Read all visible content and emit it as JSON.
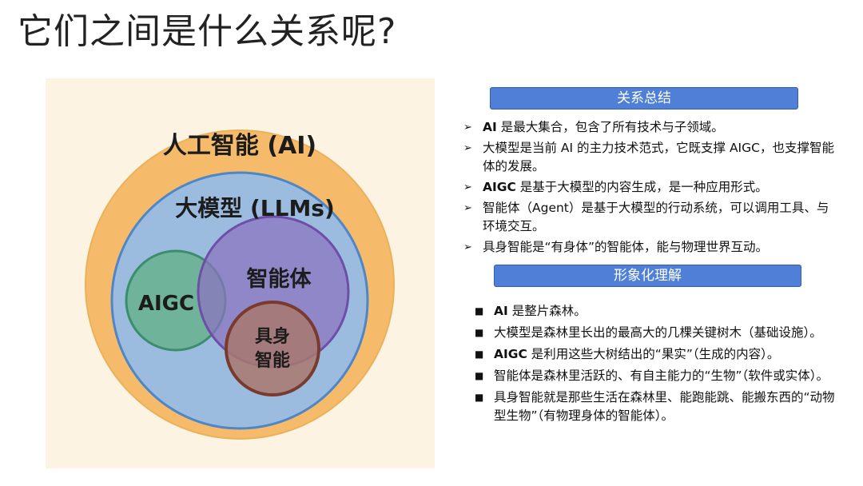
{
  "title": "它们之间是什么关系呢?",
  "diagram": {
    "ai_label": "人工智能 (AI)",
    "llm_label": "大模型 (LLMs)",
    "aigc_label": "AIGC",
    "agent_label": "智能体",
    "embodied_label_line1": "具身",
    "embodied_label_line2": "智能",
    "colors": {
      "panel_bg": "#fdf3e2",
      "ai_fill": "#f6bb6a",
      "ai_stroke": "#e9b15a",
      "llm_fill": "#9bbcdf",
      "llm_stroke": "#4f86c6",
      "aigc_fill": "#6fb39b",
      "aigc_stroke": "#3c8d6e",
      "agent_fill": "#8c73c1",
      "agent_stroke": "#6e4fa8",
      "embodied_fill": "#a9786e",
      "embodied_stroke": "#7a3b2f"
    }
  },
  "summary": {
    "header": "关系总结",
    "bullet_icon": "arrow-bullet-icon",
    "items": [
      {
        "term": "AI",
        "text": " 是最大集合，包含了所有技术与子领域。"
      },
      {
        "term": "",
        "text": "大模型是当前 AI 的主力技术范式，它既支撑 AIGC，也支撑智能体的发展。"
      },
      {
        "term": "AIGC",
        "text": " 是基于大模型的内容生成，是一种应用形式。"
      },
      {
        "term": "",
        "text": "智能体（Agent）是基于大模型的行动系统，可以调用工具、与环境交互。"
      },
      {
        "term": "",
        "text": "具身智能是“有身体”的智能体，能与物理世界互动。"
      }
    ]
  },
  "analogy": {
    "header": "形象化理解",
    "bullet_icon": "square-bullet-icon",
    "items": [
      {
        "term": "AI",
        "text": " 是整片森林。"
      },
      {
        "term": "",
        "text": "大模型是森林里长出的最高大的几棵关键树木（基础设施）。"
      },
      {
        "term": "AIGC",
        "text": " 是利用这些大树结出的“果实”（生成的内容）。"
      },
      {
        "term": "",
        "text": "智能体是森林里活跃的、有自主能力的“生物”（软件或实体）。"
      },
      {
        "term": "",
        "text": "具身智能就是那些生活在森林里、能跑能跳、能搬东西的“动物型生物”（有物理身体的智能体）。"
      }
    ]
  }
}
